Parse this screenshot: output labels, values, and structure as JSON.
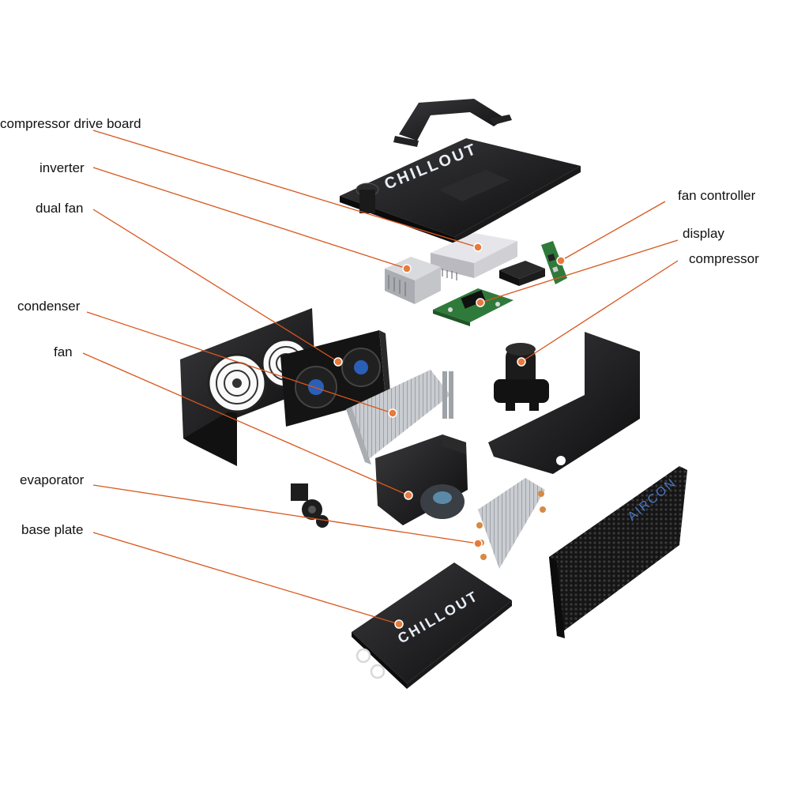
{
  "labels": {
    "compressor_drive_board": "compressor drive board",
    "inverter": "inverter",
    "dual_fan": "dual fan",
    "condenser": "condenser",
    "fan": "fan",
    "evaporator": "evaporator",
    "base_plate": "base plate",
    "fan_controller": "fan controller",
    "display": "display",
    "compressor": "compressor"
  },
  "brand": {
    "logo_text": "CHILLOUT",
    "panel_text": "AIRCON"
  },
  "colors": {
    "leader_line": "#d9561c",
    "leader_dot": "#e87a3c",
    "part_body": "#1c1c1e",
    "board_green": "#2f7a3a"
  }
}
